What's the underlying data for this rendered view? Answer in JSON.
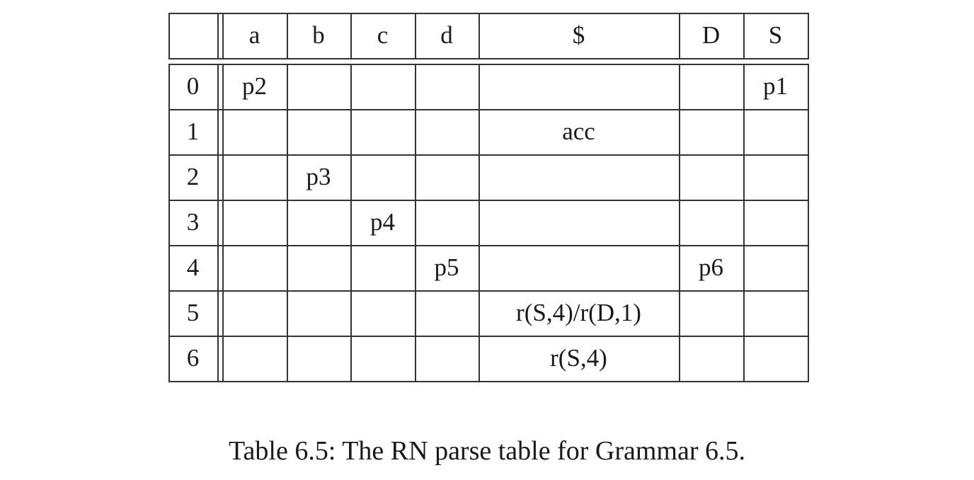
{
  "table": {
    "header": [
      "",
      "a",
      "b",
      "c",
      "d",
      "$",
      "D",
      "S"
    ],
    "rows": [
      [
        "0",
        "p2",
        "",
        "",
        "",
        "",
        "",
        "p1"
      ],
      [
        "1",
        "",
        "",
        "",
        "",
        "acc",
        "",
        ""
      ],
      [
        "2",
        "",
        "p3",
        "",
        "",
        "",
        "",
        ""
      ],
      [
        "3",
        "",
        "",
        "p4",
        "",
        "",
        "",
        ""
      ],
      [
        "4",
        "",
        "",
        "",
        "p5",
        "",
        "p6",
        ""
      ],
      [
        "5",
        "",
        "",
        "",
        "",
        "r(S,4)/r(D,1)",
        "",
        ""
      ],
      [
        "6",
        "",
        "",
        "",
        "",
        "r(S,4)",
        "",
        ""
      ]
    ]
  },
  "caption": "Table 6.5: The RN parse table for Grammar 6.5."
}
